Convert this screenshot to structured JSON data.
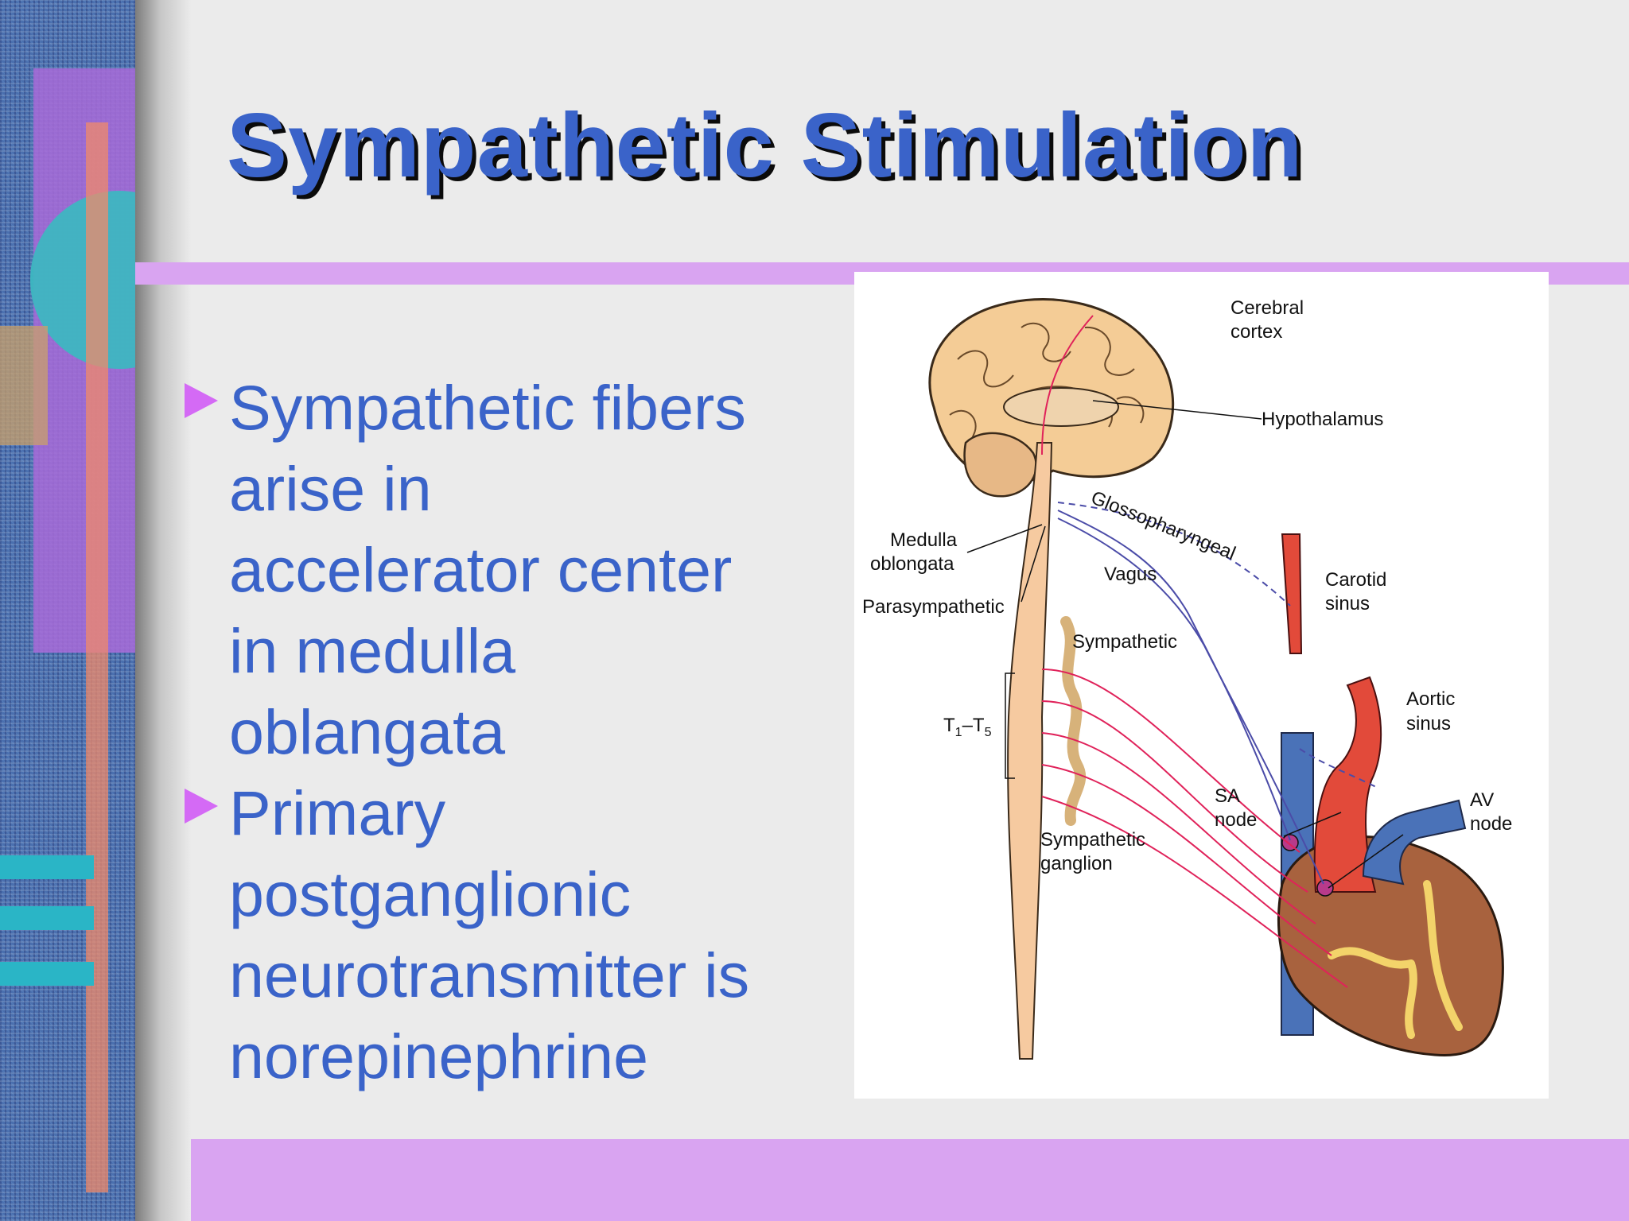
{
  "slide": {
    "title": "Sympathetic Stimulation",
    "bullets": [
      {
        "lines": [
          "Sympathetic fibers",
          "arise in",
          "accelerator center",
          "in medulla",
          "oblangata"
        ]
      },
      {
        "lines": [
          "Primary",
          "postganglionic",
          "neurotransmitter is",
          "norepinephrine"
        ]
      }
    ]
  },
  "figure": {
    "labels": {
      "cerebral_cortex": [
        "Cerebral",
        "cortex"
      ],
      "hypothalamus": "Hypothalamus",
      "glossopharyngeal": "Glossopharyngeal",
      "medulla_oblongata": [
        "Medulla",
        "oblongata"
      ],
      "vagus": "Vagus",
      "carotid_sinus": [
        "Carotid",
        "sinus"
      ],
      "parasympathetic": "Parasympathetic",
      "sympathetic": "Sympathetic",
      "aortic_sinus": [
        "Aortic",
        "sinus"
      ],
      "t_range": {
        "t": "T",
        "sub1": "1",
        "dash": "–T",
        "sub2": "5"
      },
      "sa_node": [
        "SA",
        "node"
      ],
      "av_node": [
        "AV",
        "node"
      ],
      "sympathetic_ganglion": [
        "Sympathetic",
        "ganglion"
      ]
    }
  },
  "colors": {
    "title": "#3a63c9",
    "title_shadow": "#0b0b0b",
    "body_text": "#3a63c9",
    "bullet_arrow": "#d46af5",
    "bands": "#d9a4f1",
    "sympathetic_nerve": "#e0225a",
    "parasympathetic_nerve": "#4b4ca8",
    "artery": "#e24a3a",
    "vein": "#4a72b8",
    "heart_muscle": "#a8623e",
    "brain": "#f4cc96"
  }
}
